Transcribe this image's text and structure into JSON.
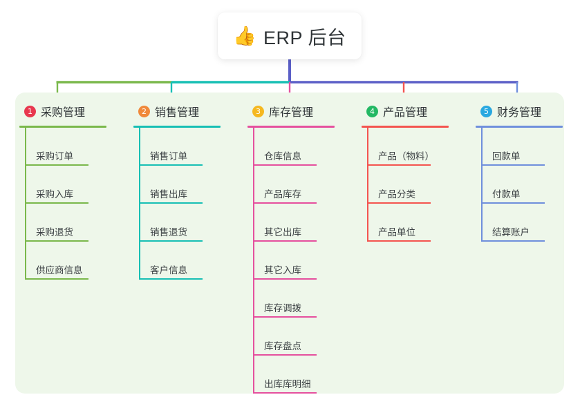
{
  "root": {
    "icon": "thumbs-up-icon",
    "icon_glyph": "👍",
    "title": "ERP 后台"
  },
  "panel": {
    "background_color": "#eef7ea"
  },
  "connectors": {
    "trunk_color": "#5b5fc7",
    "segment_colors": [
      "#7ab84b",
      "#17bfb4",
      "#5b5fc7",
      "#5b5fc7"
    ],
    "drop_colors": [
      "#7ab84b",
      "#17bfb4",
      "#e5509e",
      "#f4544f",
      "#6f8fdc"
    ]
  },
  "columns": [
    {
      "index": "1",
      "badge_color": "#e8384f",
      "accent_color": "#7ab84b",
      "title": "采购管理",
      "items": [
        "采购订单",
        "采购入库",
        "采购退货",
        "供应商信息"
      ]
    },
    {
      "index": "2",
      "badge_color": "#f0893b",
      "accent_color": "#17bfb4",
      "title": "销售管理",
      "items": [
        "销售订单",
        "销售出库",
        "销售退货",
        "客户信息"
      ]
    },
    {
      "index": "3",
      "badge_color": "#f5b820",
      "accent_color": "#e5509e",
      "title": "库存管理",
      "items": [
        "仓库信息",
        "产品库存",
        "其它出库",
        "其它入库",
        "库存调拨",
        "库存盘点",
        "出库库明细"
      ]
    },
    {
      "index": "4",
      "badge_color": "#23b864",
      "accent_color": "#f4544f",
      "title": "产品管理",
      "items": [
        "产品（物料）",
        "产品分类",
        "产品单位"
      ]
    },
    {
      "index": "5",
      "badge_color": "#29a8e0",
      "accent_color": "#6f8fdc",
      "title": "财务管理",
      "items": [
        "回款单",
        "付款单",
        "结算账户"
      ]
    }
  ]
}
